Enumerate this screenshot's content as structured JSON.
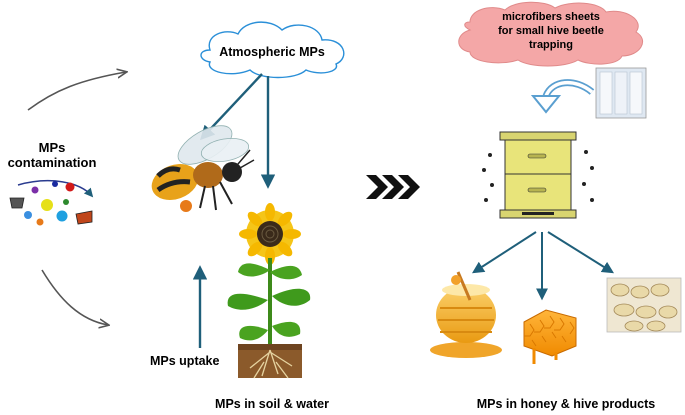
{
  "labels": {
    "mps_contamination_line1": "MPs",
    "mps_contamination_line2": "contamination",
    "atmospheric_mps": "Atmospheric MPs",
    "microfibers_line1": "microfibers sheets",
    "microfibers_line2": "for small hive beetle",
    "microfibers_line3": "trapping",
    "mps_uptake": "MPs uptake",
    "mps_soil_water": "MPs in soil & water",
    "mps_honey_hive": "MPs in honey & hive products"
  },
  "colors": {
    "arrow_blue": "#1f5f7a",
    "cloud_outline": "#2a8fd8",
    "cloud_fill": "#ffffff",
    "pink_cloud_fill": "#f4a7a7",
    "pink_cloud_outline": "#e08a8a",
    "hive_yellow": "#e8e47a",
    "chevron": "#111111"
  },
  "icons": {
    "bee": "honeybee-icon",
    "sunflower": "sunflower-plant-icon",
    "hive": "beehive-icon",
    "honey_pot": "honey-pot-icon",
    "honeycomb": "honeycomb-icon",
    "larvae": "bee-larvae-icon",
    "particles": "microplastic-particles-icon",
    "frame_photo": "beetle-trap-frame-icon"
  }
}
